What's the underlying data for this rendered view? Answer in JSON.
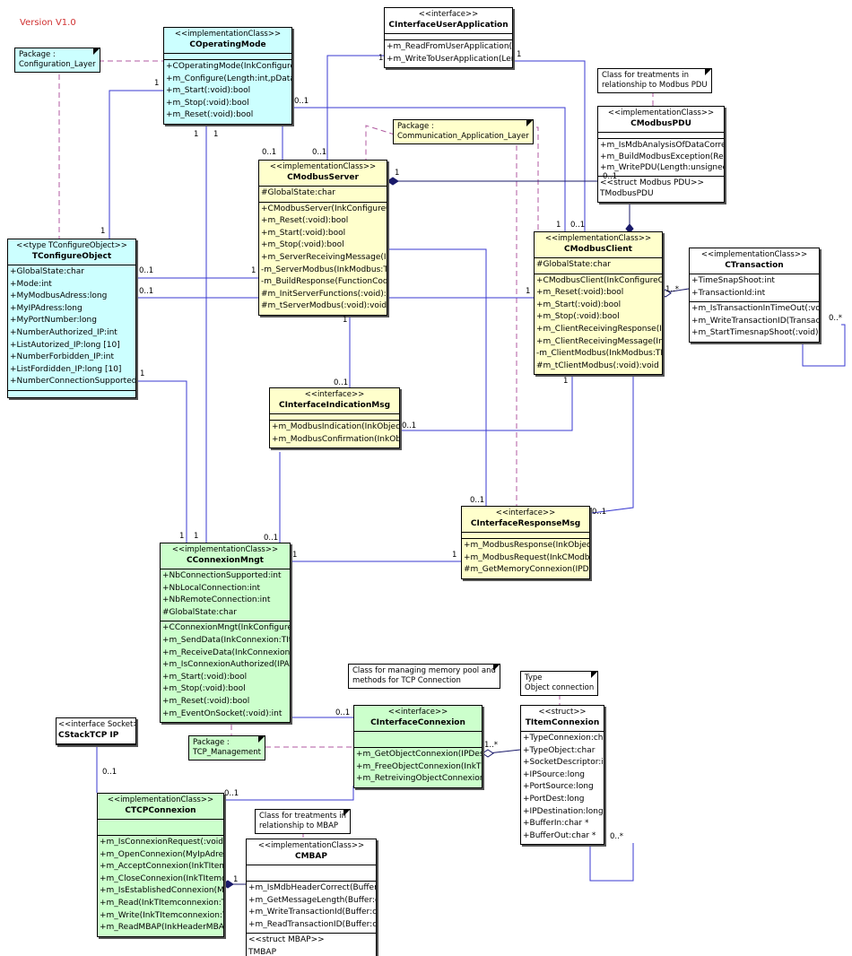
{
  "version": "Version V1.0",
  "notes": {
    "config_layer": [
      "Package :",
      "Configuration_Layer"
    ],
    "comm_layer": [
      "Package :",
      "Communication_Application_Layer"
    ],
    "modbus_pdu": [
      "Class for treatments in",
      "relationship to Modbus PDU"
    ],
    "memory_pool": [
      "Class for managing memory pool and",
      "methods for TCP Connection"
    ],
    "object_conn": [
      "Type",
      "Object connection"
    ],
    "tcp_mgmt": [
      "Package :",
      "TCP_Management"
    ],
    "mbap": [
      "Class for  treatments in",
      "relationship to MBAP"
    ]
  },
  "classes": {
    "operating_mode": {
      "stereotype": "<<implementationClass>>",
      "name": "COperatingMode",
      "attributes": [],
      "operations": [
        "+COperatingMode(InkConfigureObj",
        "+m_Configure(Length:int,pData:cha",
        "+m_Start(:void):bool",
        "+m_Stop(:void):bool",
        "+m_Reset(:void):bool"
      ]
    },
    "user_app": {
      "stereotype": "<<interface>>",
      "name": "CInterfaceUserApplication",
      "attributes": [],
      "operations": [
        "+m_ReadFromUserApplication(Len",
        "+m_WriteToUserApplication(Lengt"
      ]
    },
    "modbus_pdu": {
      "stereotype": "<<implementationClass>>",
      "name": "CModbusPDU",
      "attributes": [],
      "operations": [
        "+m_IsMdbAnalysisOfDataCorrect(N",
        "+m_BuildModbusException(Reaso",
        "+m_WritePDU(Length:unsigned sh"
      ],
      "extra": [
        "<<struct Modbus PDU>>",
        "TModbusPDU"
      ]
    },
    "modbus_server": {
      "stereotype": "<<implementationClass>>",
      "name": "CModbusServer",
      "attributes": [
        "#GlobalState:char"
      ],
      "operations": [
        "+CModbusServer(InkConfigureObje",
        "+m_Reset(:void):bool",
        "+m_Start(:void):bool",
        "+m_Stop(:void):bool",
        "+m_ServerReceivingMessage(InkM",
        "-m_ServerModbus(InkModbus:TIter",
        "-m_BuildResponse(FunctionCode:",
        "#m_InitServerFunctions(:void):void",
        "#m_tServerModbus(:void):void"
      ]
    },
    "configure_object": {
      "stereotype": "<<type TConfigureObject>>",
      "name": "TConfigureObject",
      "attributes": [
        "+GlobalState:char",
        "+Mode:int",
        "+MyModbusAdress:long",
        "+MyIPAdress:long",
        "+MyPortNumber:long",
        "+NumberAuthorized_IP:int",
        "+ListAutorized_IP:long [10]",
        "+NumberForbidden_IP:int",
        "+ListFordidden_IP:long [10]",
        "+NumberConnectionSupported:int"
      ],
      "operations": []
    },
    "modbus_client": {
      "stereotype": "<<implementationClass>>",
      "name": "CModbusClient",
      "attributes": [
        "#GlobalState:char"
      ],
      "operations": [
        "+CModbusClient(InkConfigureObje",
        "+m_Reset(:void):bool",
        "+m_Start(:void):bool",
        "+m_Stop(:void):bool",
        "+m_ClientReceivingResponse(InkT",
        "+m_ClientReceivingMessage(InkM",
        "-m_ClientModbus(InkModbus:TIten",
        "#m_tClientModbus(:void):void"
      ]
    },
    "transaction": {
      "stereotype": "<<implementationClass>>",
      "name": "CTransaction",
      "attributes": [
        "+TimeSnapShoot:int",
        "+TransactionId:int"
      ],
      "operations": [
        "+m_IsTransactionInTimeOut(:void)",
        "+m_WriteTransactionID(Transactio",
        "+m_StartTimesnapShoot(:void):int"
      ]
    },
    "indication_msg": {
      "stereotype": "<<interface>>",
      "name": "CInterfaceIndicationMsg",
      "attributes": [],
      "operations": [
        "+m_ModbusIndication(InkObject:TIt",
        "+m_ModbusConfirmation(InkObjec"
      ]
    },
    "response_msg": {
      "stereotype": "<<interface>>",
      "name": "CInterfaceResponseMsg",
      "attributes": [],
      "operations": [
        "+m_ModbusResponse(InkObject:T",
        "+m_ModbusRequest(InkCModbus:",
        "#m_GetMemoryConnexion(IPDest:"
      ]
    },
    "connexion_mngt": {
      "stereotype": "<<implementationClass>>",
      "name": "CConnexionMngt",
      "attributes": [
        "+NbConnectionSupported:int",
        "+NbLocalConnection:int",
        "+NbRemoteConnection:int",
        "#GlobalState:char"
      ],
      "operations": [
        "+CConnexionMngt(InkConfigureOb",
        "+m_SendData(InkConnexion:TIterr",
        "+m_ReceiveData(InkConnexion:TIt",
        "+m_IsConnexionAuthorized(IPAdre",
        "+m_Start(:void):bool",
        "+m_Stop(:void):bool",
        "+m_Reset(:void):bool",
        "+m_EventOnSocket(:void):int"
      ]
    },
    "stack_tcp": {
      "stereotype": "<<interface Socket>>",
      "name": "CStackTCP IP",
      "attributes": [],
      "operations": []
    },
    "interface_connexion": {
      "stereotype": "<<interface>>",
      "name": "CInterfaceConnexion",
      "attributes": [],
      "operations": [
        "+m_GetObjectConnexion(IPDest:ur",
        "+m_FreeObjectConnexion(InkTIten",
        "+m_RetreivingObjectConnexion(Tra"
      ]
    },
    "item_connexion": {
      "stereotype": "<<struct>>",
      "name": "TItemConnexion",
      "attributes": [
        "+TypeConnexion:char",
        "+TypeObject:char",
        "+SocketDescriptor:int",
        "+IPSource:long",
        "+PortSource:long",
        "+PortDest:long",
        "+IPDestination:long",
        "+BufferIn:char *",
        "+BufferOut:char *"
      ],
      "operations": []
    },
    "tcp_connexion": {
      "stereotype": "<<implementationClass>>",
      "name": "CTCPConnexion",
      "attributes": [],
      "operations": [
        "+m_IsConnexionRequest(:void):b",
        "+m_OpenConnexion(MyIpAdress:",
        "+m_AcceptConnexion(InkTItemco",
        "+m_CloseConnexion(InkTItemcor",
        "+m_IsEstablishedConnexion(MyIp",
        "+m_Read(InkTItemconnexion:TIte",
        "+m_Write(InkTItemconnexion:TIte",
        "+m_ReadMBAP(InkHeaderMBAP:"
      ]
    },
    "mbap": {
      "stereotype": "<<implementationClass>>",
      "name": "CMBAP",
      "attributes": [],
      "operations": [
        "+m_IsMdbHeaderCorrect(Buffer:ch",
        "+m_GetMessageLength(Buffer:cha",
        "+m_WriteTransactionId(Buffer:char",
        "+m_ReadTransactionID(Buffer:cha"
      ],
      "extra": [
        "<<struct MBAP>>",
        "TMBAP"
      ]
    }
  },
  "multiplicities": [
    "1",
    "1",
    "0..1",
    "0..1",
    "1",
    "1",
    "0..1",
    "1",
    "0..1",
    "1",
    "0..1",
    "1",
    "0..1",
    "1",
    "1",
    "0..1",
    "1..*",
    "0..*",
    "1",
    "1",
    "0..1",
    "0..1",
    "1",
    "0..1",
    "1",
    "0..1",
    "1",
    "0..1",
    "0..1",
    "1",
    "1",
    "0..1",
    "1..*",
    "0..*",
    "0..1",
    "1",
    "1"
  ]
}
